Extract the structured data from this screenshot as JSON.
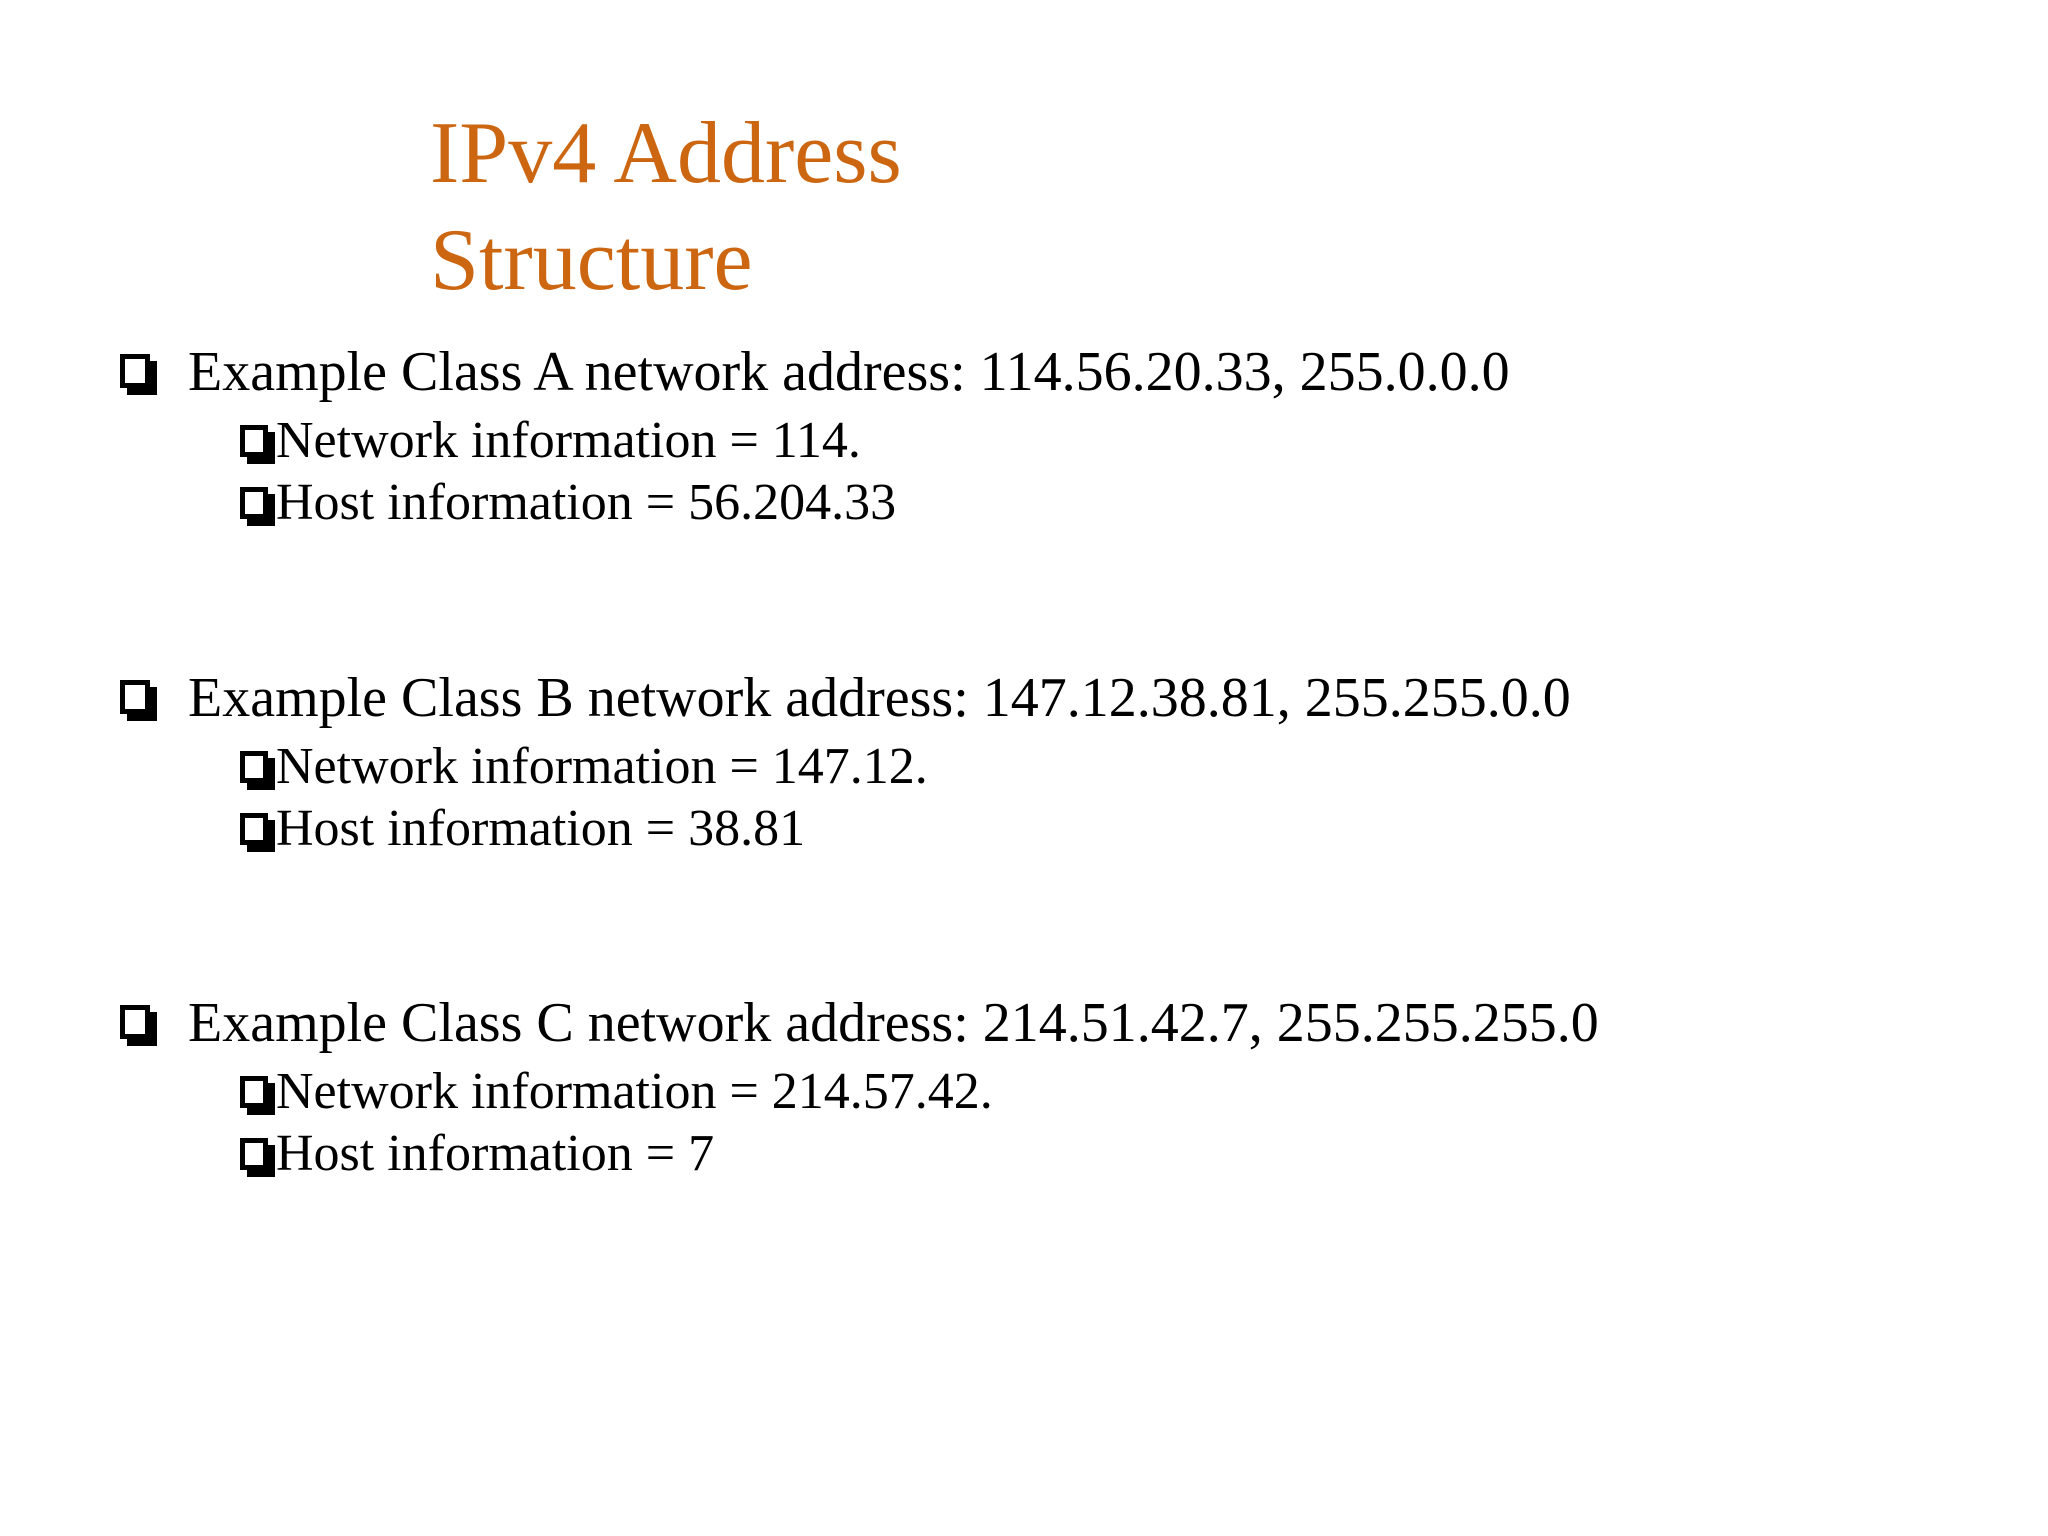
{
  "slide": {
    "title": "IPv4 Address Structure",
    "title_color": "#CC6611",
    "background_color": "#FFFFFF",
    "body_color": "#000000",
    "bullet_icon": "open-box-bullet",
    "groups": [
      {
        "id": "class-a",
        "heading": "Example Class A network address: 114.56.20.33, 255.0.0.0",
        "sub": [
          "Network information = 114.",
          "Host information = 56.204.33"
        ]
      },
      {
        "id": "class-b",
        "heading": "Example Class B network address: 147.12.38.81, 255.255.0.0",
        "sub": [
          "Network information = 147.12.",
          "Host information = 38.81"
        ]
      },
      {
        "id": "class-c",
        "heading": "Example Class C network address: 214.51.42.7, 255.255.255.0",
        "sub": [
          "Network information = 214.57.42.",
          "Host information = 7"
        ]
      }
    ]
  }
}
